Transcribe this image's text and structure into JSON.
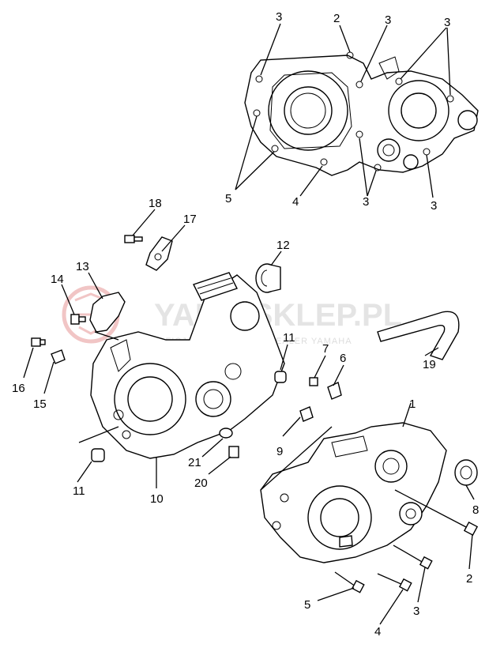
{
  "watermark": {
    "brand": "YAMA SKLEP.PL",
    "tagline": "OFICJALNY AUTORYZ. DEALER YAMAHA",
    "color": "#e8a0a0"
  },
  "callouts": {
    "top_3a": "3",
    "top_2": "2",
    "top_3b": "3",
    "top_3c": "3",
    "top_5": "5",
    "top_4": "4",
    "top_3d": "3",
    "top_3e": "3",
    "p18": "18",
    "p17": "17",
    "p12": "12",
    "p13": "13",
    "p14": "14",
    "p16": "16",
    "p15": "15",
    "p11a": "11",
    "p7": "7",
    "p6": "6",
    "p19": "19",
    "p1": "1",
    "p9": "9",
    "p21": "21",
    "p20": "20",
    "p10": "10",
    "p11b": "11",
    "p8": "8",
    "p2": "2",
    "p5": "5",
    "p3": "3",
    "p4": "4"
  }
}
